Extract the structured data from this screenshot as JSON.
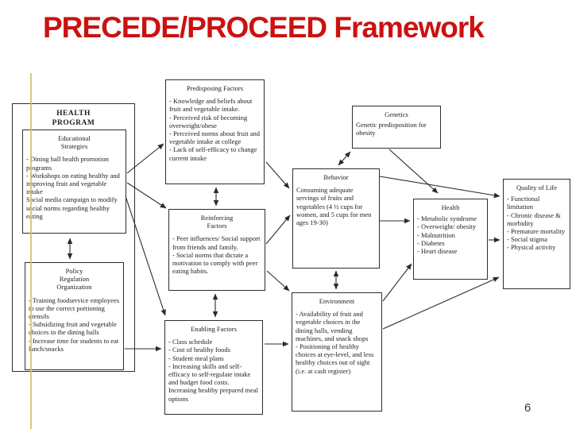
{
  "slide": {
    "title": "PRECEDE/PROCEED Framework",
    "page_number": "6",
    "colors": {
      "title": "#cc1111",
      "edge_stripe": "#d4c35e"
    }
  },
  "diagram": {
    "boxes": {
      "health_program": {
        "title": "HEALTH\nPROGRAM"
      },
      "educational": {
        "title": "Educational\nStrategies",
        "body": "- Dining hall health promotion programs\n- Workshops on eating healthy and improving fruit and vegetable intake\n Social media campaign to modify social norms regarding healthy eating"
      },
      "policy": {
        "title": "Policy\nRegulation\nOrganization",
        "body": "- Training foodservice employees to use the correct portioning utensils\n- Subsidizing fruit and vegetable choices in the dining halls\n- Increase time for students to eat lunch/snacks"
      },
      "predisposing": {
        "title": "Predisposing Factors",
        "body": "- Knowledge and beliefs about fruit and vegetable intake.\n- Perceived risk of becoming overweight/obese\n- Perceived norms about fruit and vegetable intake at college\n- Lack of self-efficacy to change current intake"
      },
      "reinforcing": {
        "title": "Reinforcing\nFactors",
        "body": "- Peer influences/ Social support from friends and family.\n- Social norms that dictate a motivation to comply with peer eating habits."
      },
      "enabling": {
        "title": "Enabling Factors",
        "body": "- Class schedule\n- Cost of healthy foods\n- Student meal plans\n- Increasing skills and self-efficacy to self-regulate intake and budget food costs.\n Increasing healthy prepared meal options"
      },
      "genetics": {
        "title": "Genetics",
        "body": "Genetic predisposition for obesity"
      },
      "behavior": {
        "title": "Behavior",
        "body": "Consuming adequate servings of fruits and vegetables (4 ½ cups for women, and 5 cups for men ages 19-30)"
      },
      "health": {
        "title": "Health",
        "body": "- Metabolic syndrome\n- Overweight/ obesity\n- Malnutrition\n- Diabetes\n- Heart disease"
      },
      "quality_of_life": {
        "title": "Quality of Life",
        "body": "- Functional limitation\n- Chronic disease & morbidity\n- Premature mortality\n- Social stigma\n- Physical activity"
      },
      "environment": {
        "title": "Environment",
        "body": "- Availability of fruit and vegetable choices in the dining halls, vending machines, and snack shops\n- Positioning of healthy choices at eye-level, and less healthy choices out of sight (i.e. at cash register)"
      }
    }
  }
}
